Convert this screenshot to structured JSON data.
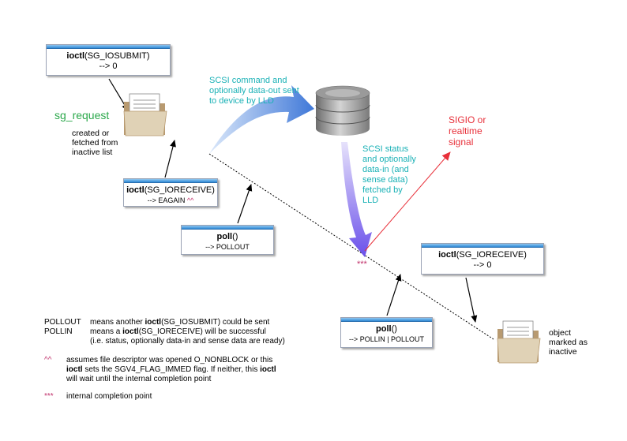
{
  "boxes": {
    "submit": {
      "bold": "ioctl",
      "rest": "(SG_IOSUBMIT)",
      "sub": "--> 0"
    },
    "receive1": {
      "bold": "ioctl",
      "rest": "(SG_IORECEIVE)",
      "sub": "--> EAGAIN",
      "sub_mark": "^^"
    },
    "poll1": {
      "bold": "poll",
      "rest": "()",
      "sub": "--> POLLOUT"
    },
    "poll2": {
      "bold": "poll",
      "rest": "()",
      "sub": "--> POLLIN | POLLOUT"
    },
    "receive2": {
      "bold": "ioctl",
      "rest": "(SG_IORECEIVE)",
      "sub": "--> 0"
    }
  },
  "labels": {
    "sg_request": "sg_request",
    "created": [
      "created or",
      "fetched from",
      "inactive list"
    ],
    "scsi_cmd": [
      "SCSI command and",
      "optionally data-out sent",
      "to device by LLD"
    ],
    "scsi_status": [
      "SCSI status",
      "and optionally",
      "data-in (and",
      "sense data)",
      "fetched by",
      "LLD"
    ],
    "sigio": [
      "SIGIO or",
      "realtime",
      "signal"
    ],
    "completion_mark": "***",
    "object": [
      "object",
      "marked as",
      "inactive"
    ]
  },
  "legend": {
    "pollout_key": "POLLOUT",
    "pollout_pre": "means another ",
    "pollout_bold": "ioctl",
    "pollout_post": "(SG_IOSUBMIT) could be sent",
    "pollin_key": "POLLIN",
    "pollin_pre": "means a ",
    "pollin_bold": "ioctl",
    "pollin_post": "(SG_IORECEIVE) will be successful",
    "pollin_note": "(i.e. status, optionally data-in and sense data are ready)",
    "caret_key": "^^",
    "caret_line1": "assumes file descriptor was opened O_NONBLOCK or this",
    "caret_line2_bold": "ioctl",
    "caret_line2_post": " sets the SGV4_FLAG_IMMED flag. If neither, this ",
    "caret_line2_bold2": "ioctl",
    "caret_line3": "will wait until the internal completion point",
    "star_key": "***",
    "star_text": "internal completion point"
  },
  "colors": {
    "teal": "#1ab1b6",
    "green": "#2aa84a",
    "red": "#e8303a",
    "marker": "#c0306a",
    "blue_arrow": "#4a7fd6",
    "purple_arrow": "#7a62e8"
  }
}
